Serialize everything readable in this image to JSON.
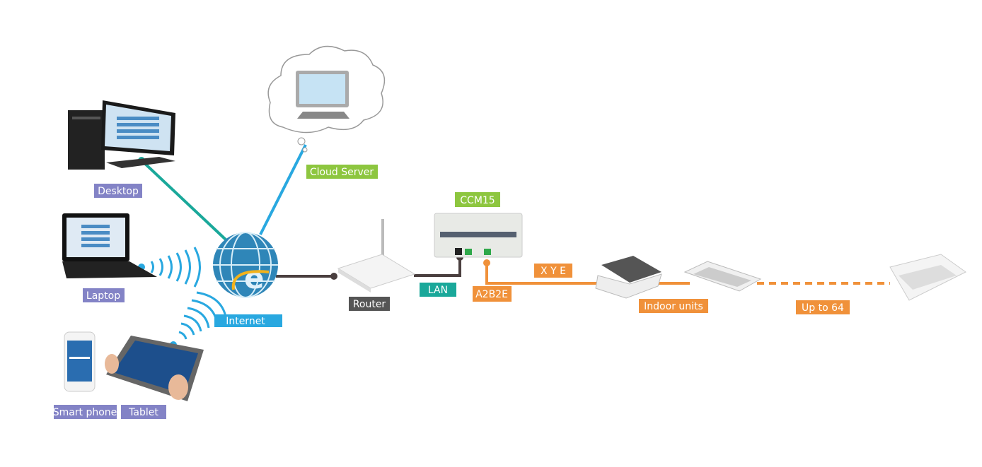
{
  "nodes": {
    "desktop": "Desktop",
    "laptop": "Laptop",
    "smart_phone": "Smart phone",
    "tablet": "Tablet",
    "internet": "Internet",
    "cloud_server": "Cloud Server",
    "router": "Router",
    "ccm15": "CCM15",
    "indoor_units": "Indoor units"
  },
  "links": {
    "lan": "LAN",
    "a2b2e": "A2B2E",
    "xye": "X Y E",
    "up_to": "Up to 64"
  },
  "colors": {
    "device_label": "#8383c6",
    "internet": "#29a8e0",
    "green": "#8dc63f",
    "teal": "#1aa89a",
    "orange": "#f0913a",
    "router": "#555555"
  }
}
